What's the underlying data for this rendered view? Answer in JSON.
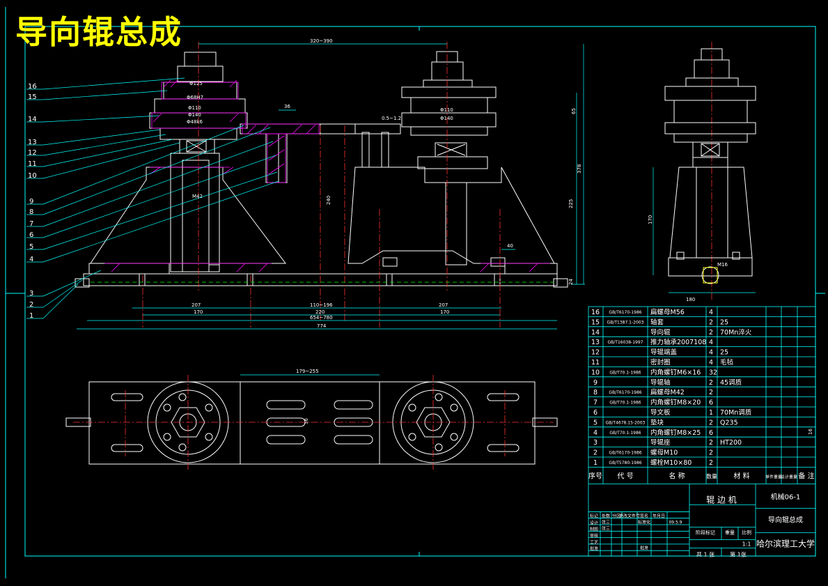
{
  "drawing_title": "导向辊总成",
  "dimensions": {
    "top_span": "320~390",
    "d36": "36",
    "phi125": "Φ125",
    "phi68h7": "Φ68H7",
    "phi110": "Φ110",
    "phi140": "Φ140",
    "phi48k6": "Φ48k6",
    "gap": "0.5~1.2",
    "phi110b": "Φ110",
    "phi140b": "Φ140",
    "h65": "65",
    "h378": "378",
    "h225": "225",
    "h240": "240",
    "m42": "M42",
    "w40": "40",
    "h24": "24",
    "w207a": "207",
    "w110": "110~196",
    "w207b": "207",
    "w170a": "170",
    "w220": "220",
    "w170b": "170",
    "w654": "654~780",
    "w774": "774",
    "w179": "179~255",
    "w36b": "36",
    "side_h170": "170",
    "side_m16": "M16",
    "side_w180": "180",
    "small_16": "16"
  },
  "callouts": [
    "16",
    "15",
    "14",
    "13",
    "12",
    "11",
    "10",
    "9",
    "8",
    "7",
    "6",
    "5",
    "4",
    "3",
    "2",
    "1"
  ],
  "bom": {
    "rows": [
      {
        "no": "16",
        "code": "GB/T6170-1986",
        "name": "扁螺母M56",
        "qty": "4",
        "mat": "",
        "note": ""
      },
      {
        "no": "15",
        "code": "GB/T1387.1-2003",
        "name": "轴套",
        "qty": "2",
        "mat": "25",
        "note": ""
      },
      {
        "no": "14",
        "code": "",
        "name": "导向辊",
        "qty": "2",
        "mat": "70Mn淬火",
        "note": ""
      },
      {
        "no": "13",
        "code": "GB/T16038-1997",
        "name": "推力轴承2007108",
        "qty": "4",
        "mat": "",
        "note": ""
      },
      {
        "no": "12",
        "code": "",
        "name": "导辊端盖",
        "qty": "4",
        "mat": "25",
        "note": ""
      },
      {
        "no": "11",
        "code": "",
        "name": "密封圈",
        "qty": "4",
        "mat": "毛毡",
        "note": ""
      },
      {
        "no": "10",
        "code": "GB/T70.1-1986",
        "name": "内角螺钉M6×16",
        "qty": "32",
        "mat": "",
        "note": ""
      },
      {
        "no": "9",
        "code": "",
        "name": "导辊轴",
        "qty": "2",
        "mat": "45调质",
        "note": ""
      },
      {
        "no": "8",
        "code": "GB/T6170-1986",
        "name": "扁螺母M42",
        "qty": "2",
        "mat": "",
        "note": ""
      },
      {
        "no": "7",
        "code": "GB/T70.1-1986",
        "name": "内角螺钉M8×20",
        "qty": "6",
        "mat": "",
        "note": ""
      },
      {
        "no": "6",
        "code": "",
        "name": "导文板",
        "qty": "1",
        "mat": "70Mn调质",
        "note": ""
      },
      {
        "no": "5",
        "code": "GB/T4678.15-2003",
        "name": "垫块",
        "qty": "2",
        "mat": "Q235",
        "note": ""
      },
      {
        "no": "4",
        "code": "GB/T70.1-1986",
        "name": "内角螺钉M8×25",
        "qty": "6",
        "mat": "",
        "note": ""
      },
      {
        "no": "3",
        "code": "",
        "name": "导辊座",
        "qty": "2",
        "mat": "HT200",
        "note": ""
      },
      {
        "no": "2",
        "code": "GB/T6170-1986",
        "name": "螺母M10",
        "qty": "2",
        "mat": "",
        "note": ""
      },
      {
        "no": "1",
        "code": "GB/T5780-1986",
        "name": "螺栓M10×80",
        "qty": "2",
        "mat": "",
        "note": ""
      }
    ],
    "header": {
      "no": "序号",
      "code": "代  号",
      "name": "名  称",
      "qty": "数量",
      "mat": "材  料",
      "single": "单件重量",
      "total": "总计重量",
      "note": "备  注"
    }
  },
  "title_block": {
    "machine": "辊 边 机",
    "drawing_no": "机械06-1",
    "part_name": "导向辊总成",
    "school": "哈尔滨理工大学",
    "scale_label": "比例",
    "scale": "1:1",
    "stage_label": "阶段标记",
    "weight_label": "重量",
    "sheet_total": "共 1 张",
    "sheet_no": "第 1张",
    "rev_headers": [
      "标记",
      "处数",
      "分区",
      "更改文件号",
      "签名",
      "年月日"
    ],
    "row_labels": [
      "设计",
      "制图",
      "审核",
      "工艺",
      "批准"
    ],
    "designer": "张三",
    "drawer": "张三",
    "std_label": "标准化",
    "approve_label": "批准",
    "date": "09.5.9"
  },
  "colors": {
    "frame": "#00ffff",
    "white": "#ffffff",
    "red": "#ff3030",
    "magenta": "#ff00ff",
    "green": "#00ff00",
    "yellow": "#ffff00",
    "purple": "#8b2bd8"
  }
}
